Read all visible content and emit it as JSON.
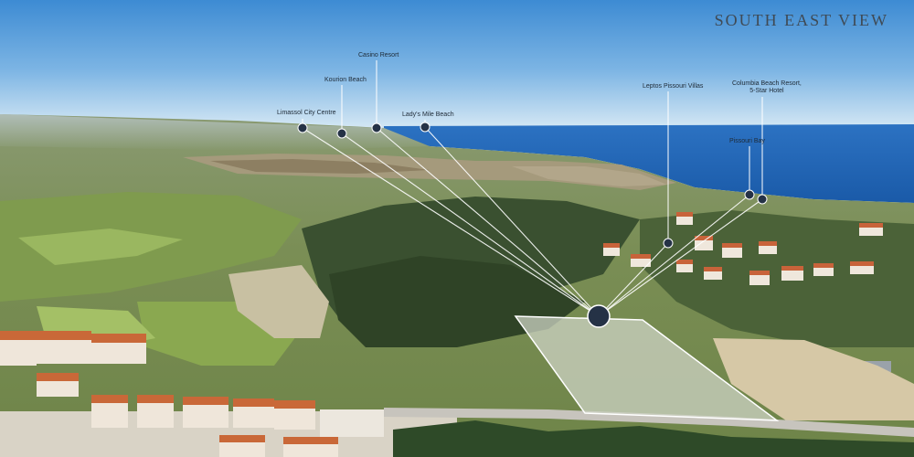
{
  "view_title": "SOUTH EAST VIEW",
  "colors": {
    "sky_top": "#3f8fd6",
    "sky_horizon": "#cfe5f5",
    "sea": "#1f66b8",
    "land_green": "#6f8f4a",
    "hill_dark": "#344a2a",
    "plot_fill": "#c9cfbf",
    "marker": "#253246"
  },
  "points_of_interest": {
    "limassol": "Limassol City Centre",
    "kourion": "Kourion Beach",
    "casino": "Casino Resort",
    "ladys_mile": "Lady's Mile Beach",
    "leptos": "Leptos Pissouri Villas",
    "columbia_line1": "Columbia Beach Resort,",
    "columbia_line2": "5-Star Hotel",
    "pissouri_bay": "Pissouri Bay"
  }
}
